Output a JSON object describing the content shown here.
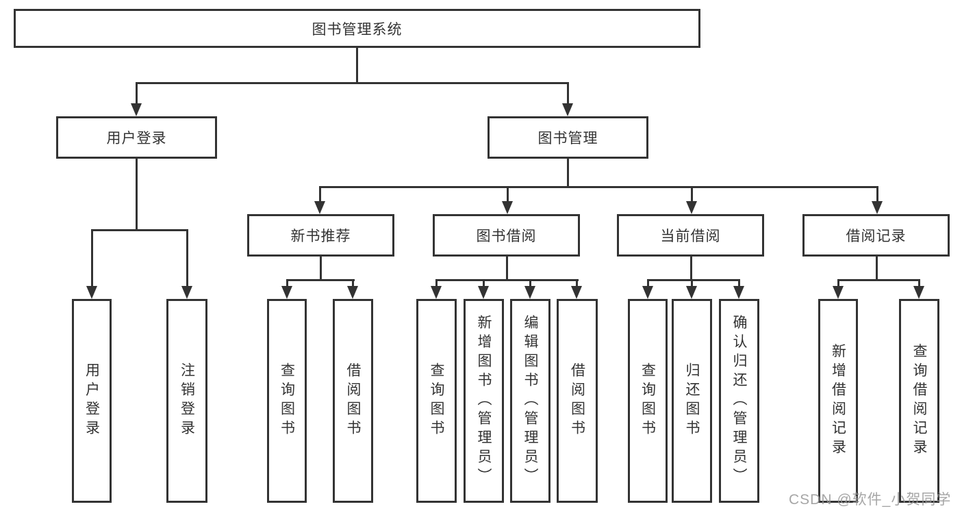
{
  "diagram": {
    "type": "hierarchy-tree",
    "root": {
      "label": "图书管理系统"
    },
    "branches": [
      {
        "label": "用户登录",
        "leaves": [
          {
            "label": "用户登录"
          },
          {
            "label": "注销登录"
          }
        ]
      },
      {
        "label": "图书管理",
        "groups": [
          {
            "label": "新书推荐",
            "leaves": [
              {
                "label": "查询图书"
              },
              {
                "label": "借阅图书"
              }
            ]
          },
          {
            "label": "图书借阅",
            "leaves": [
              {
                "label": "查询图书"
              },
              {
                "label": "新增图书（管理员）"
              },
              {
                "label": "编辑图书（管理员）"
              },
              {
                "label": "借阅图书"
              }
            ]
          },
          {
            "label": "当前借阅",
            "leaves": [
              {
                "label": "查询图书"
              },
              {
                "label": "归还图书"
              },
              {
                "label": "确认归还（管理员）"
              }
            ]
          },
          {
            "label": "借阅记录",
            "leaves": [
              {
                "label": "新增借阅记录"
              },
              {
                "label": "查询借阅记录"
              }
            ]
          }
        ]
      }
    ]
  },
  "colors": {
    "line": "#333333",
    "box_border": "#333333",
    "text": "#333333",
    "background": "#ffffff",
    "watermark": "#969696"
  },
  "watermark": {
    "text": "CSDN @软件_小贺同学"
  }
}
